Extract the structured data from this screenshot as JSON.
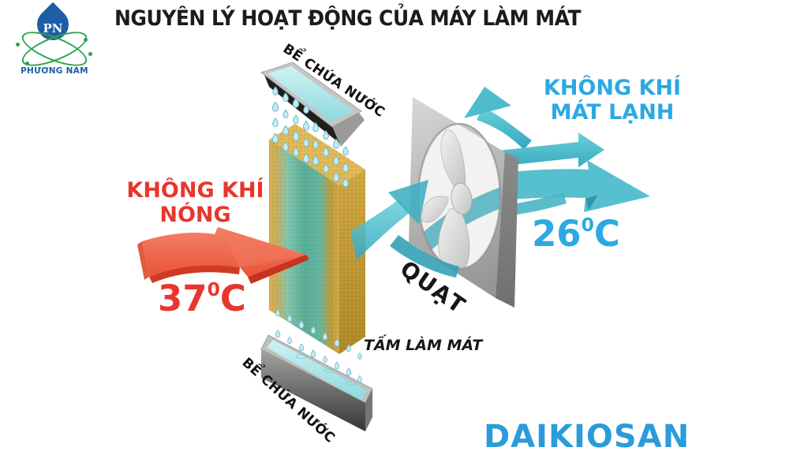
{
  "page": {
    "background": "#ffffff"
  },
  "logo": {
    "initials": "PN",
    "company": "PHƯƠNG NAM"
  },
  "title": "NGUYÊN LÝ HOẠT ĐỘNG CỦA MÁY LÀM MÁT",
  "diagram": {
    "top_tank_label": "BỂ CHỨA NƯỚC",
    "bottom_tank_label": "BỂ CHỨA NƯỚC",
    "hot_air": {
      "line1": "KHÔNG KHÍ",
      "line2": "NÓNG",
      "temp_value": "37",
      "temp_degree": "0",
      "temp_unit": "C",
      "color": "#E8362D"
    },
    "cold_air": {
      "line1": "KHÔNG KHÍ",
      "line2": "MÁT LẠNH",
      "temp_value": "26",
      "temp_degree": "0",
      "temp_unit": "C",
      "color": "#2BA9E2"
    },
    "fan_label": "QUẠT",
    "cooling_pad_label": "TẤM LÀM MÁT"
  },
  "brand": {
    "name": "DAIKIOSAN",
    "color": "#2B9CD9"
  },
  "colors": {
    "arrow_hot": "#EA4A30",
    "arrow_cool": "#56C0CE",
    "pad_tan": "#D2A845",
    "pad_teal": "#55AE9B",
    "metal_gray": "#ACACAA",
    "water": "#A9E4E6"
  }
}
